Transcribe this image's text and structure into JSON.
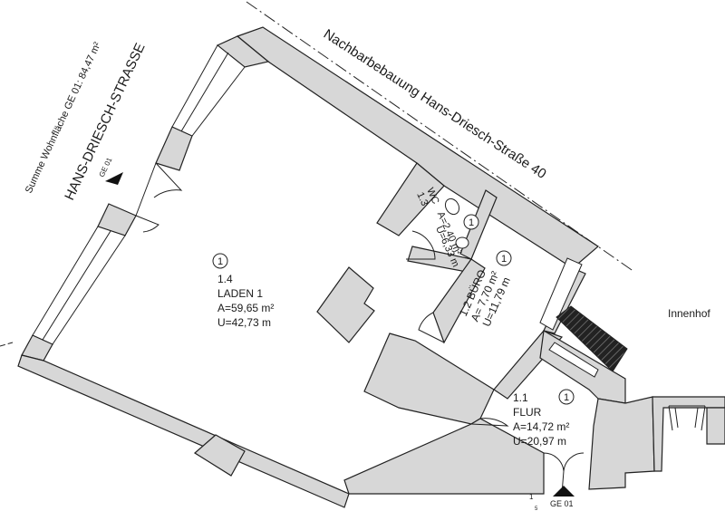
{
  "plan": {
    "summary_label": "Summe Wohnfläche GE 01: 84,47 m²",
    "street_label": "HANS-DRIESCH-STRASSE",
    "neighbor_label": "Nachbarbebauung Hans-Driesch-Straße 40",
    "courtyard_label": "Innenhof",
    "entrance_west_label": "GE 01",
    "entrance_south_label": "GE 01",
    "entrance_south_sub": "5"
  },
  "rooms": [
    {
      "unit": "1",
      "number": "1.4",
      "name": "LADEN 1",
      "area": "A=59,65 m²",
      "perimeter": "U=42,73 m"
    },
    {
      "unit": "1",
      "number": "1.3",
      "name": "WC",
      "area": "A=2,40 m²",
      "perimeter": "U=6,33 m"
    },
    {
      "unit": "1",
      "number": "1.2",
      "name": "BÜRO",
      "area": "A= 7,70 m²",
      "perimeter": "U=11,79 m"
    },
    {
      "unit": "1",
      "number": "1.1",
      "name": "FLUR",
      "area": "A=14,72 m²",
      "perimeter": "U=20,97 m"
    }
  ]
}
